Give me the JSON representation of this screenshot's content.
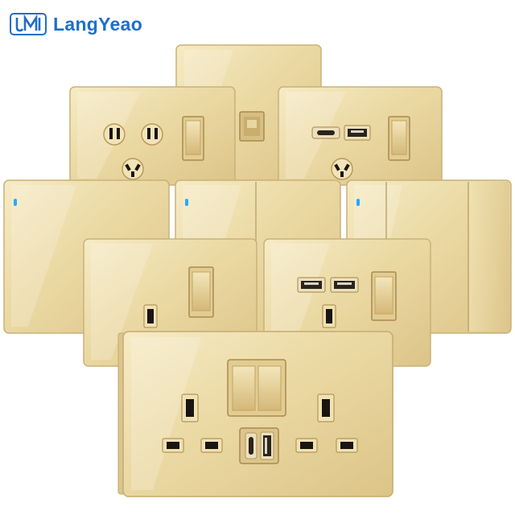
{
  "brand": {
    "name": "LangYeao",
    "logo_icon": "jm-monogram-icon",
    "brand_color": "#1f6fc8"
  },
  "colors": {
    "panel_gold": "#ecdcaa",
    "panel_edge": "#c9b27a",
    "socket_hole": "#1a1510",
    "indicator": "#29a8ff"
  },
  "panels": [
    {
      "name": "blank-panel"
    },
    {
      "name": "universal-socket-switch-panel"
    },
    {
      "name": "network-port-module"
    },
    {
      "name": "usb-socket-switch-panel"
    },
    {
      "name": "one-gang-switch-panel"
    },
    {
      "name": "two-gang-switch-panel"
    },
    {
      "name": "three-gang-switch-panel"
    },
    {
      "name": "uk-socket-switch-panel"
    },
    {
      "name": "uk-usb-socket-switch-panel"
    },
    {
      "name": "double-uk-usb-socket-panel"
    }
  ]
}
